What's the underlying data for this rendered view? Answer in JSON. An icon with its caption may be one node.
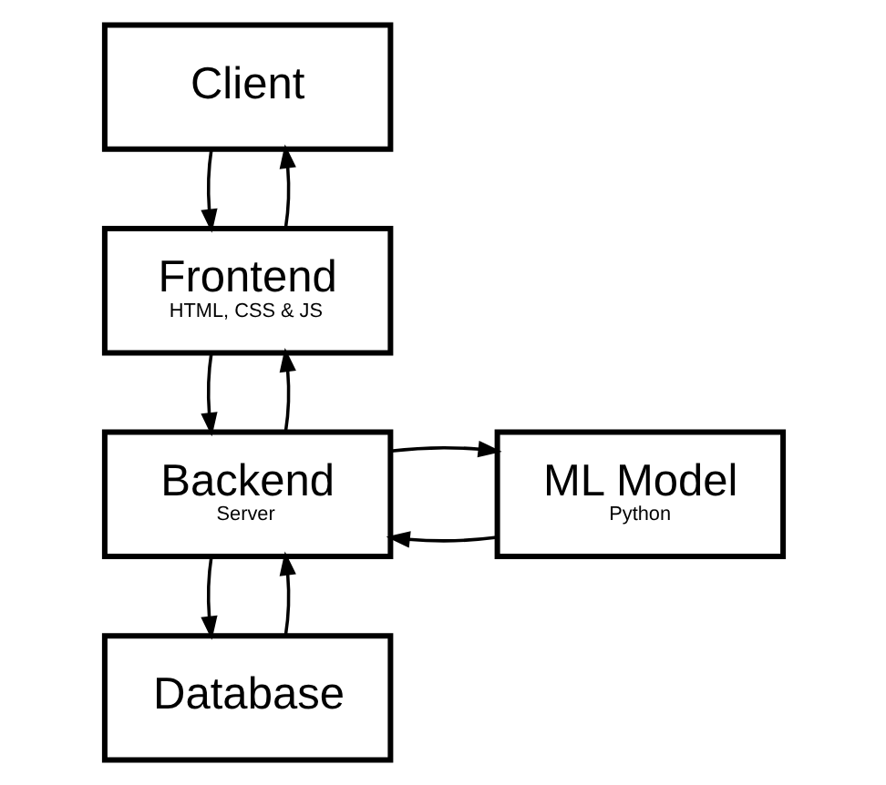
{
  "diagram": {
    "nodes": [
      {
        "text": [
          "Client"
        ]
      },
      {
        "text": [
          "Frontend",
          "HTML, CSS & JS"
        ]
      },
      {
        "text": [
          "Backend",
          "Server"
        ]
      },
      {
        "text": [
          "ML Model",
          "Python"
        ]
      },
      {
        "text": [
          "Database"
        ]
      }
    ],
    "edges": [
      {
        "from": 0,
        "to": 1,
        "arrow": "to"
      },
      {
        "from": 1,
        "to": 0,
        "arrow": "to"
      },
      {
        "from": 1,
        "to": 2,
        "arrow": "to"
      },
      {
        "from": 2,
        "to": 1,
        "arrow": "to"
      },
      {
        "from": 3,
        "to": 2,
        "arrow": "to"
      },
      {
        "from": 2,
        "to": 3,
        "arrow": "to"
      },
      {
        "from": 2,
        "to": 4,
        "arrow": "to"
      },
      {
        "from": 4,
        "to": 2,
        "arrow": "to"
      }
    ]
  }
}
